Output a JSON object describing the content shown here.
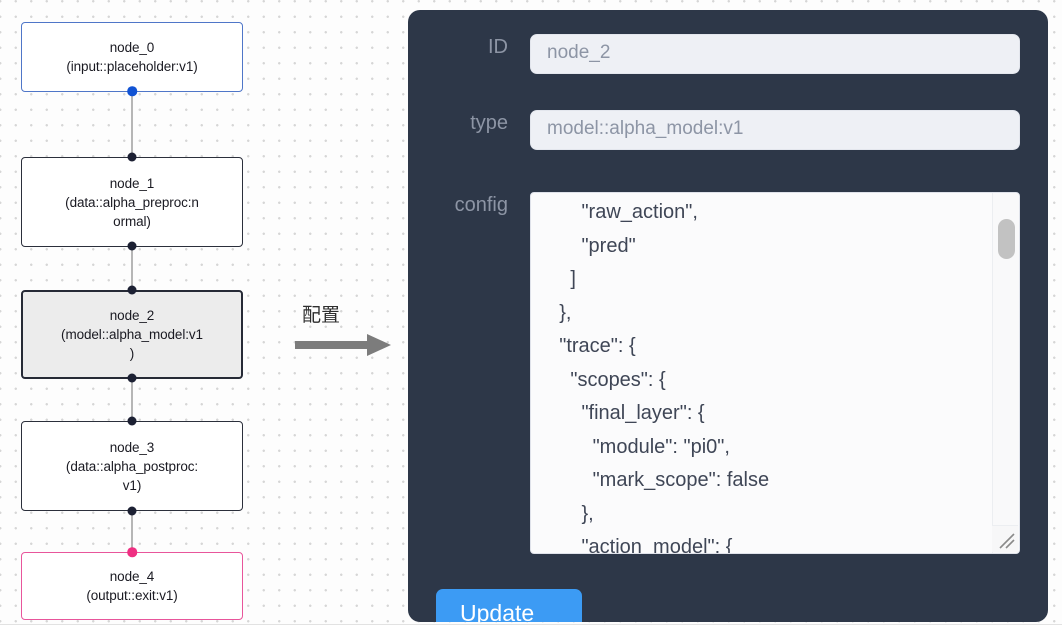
{
  "graph": {
    "nodes": [
      {
        "id": "node_0",
        "label_line1": "node_0",
        "label_line2": "(input::placeholder:v1)",
        "kind": "input",
        "selected": false
      },
      {
        "id": "node_1",
        "label_line1": "node_1",
        "label_line2": "(data::alpha_preproc:n",
        "label_line3": "ormal)",
        "kind": "default",
        "selected": false
      },
      {
        "id": "node_2",
        "label_line1": "node_2",
        "label_line2": "(model::alpha_model:v1",
        "label_line3": ")",
        "kind": "default",
        "selected": true
      },
      {
        "id": "node_3",
        "label_line1": "node_3",
        "label_line2": "(data::alpha_postproc:",
        "label_line3": "v1)",
        "kind": "default",
        "selected": false
      },
      {
        "id": "node_4",
        "label_line1": "node_4",
        "label_line2": "(output::exit:v1)",
        "kind": "output",
        "selected": false
      }
    ],
    "colors": {
      "input_border": "#4f76c8",
      "output_border": "#e8559b",
      "default_border": "#2b2f3b",
      "selected_fill": "#ececec",
      "edge": "#b6b6b6",
      "port_dark": "#1c2033",
      "port_blue": "#1153d4",
      "port_pink": "#ef2f82"
    }
  },
  "annotation": {
    "label": "配置",
    "arrow_icon": "right-arrow-icon",
    "color": "#7a7a7a"
  },
  "inspector": {
    "panel_color": "#2d3748",
    "fields": {
      "id": {
        "label": "ID",
        "value": "node_2",
        "placeholder": "node_2"
      },
      "type": {
        "label": "type",
        "value": "model::alpha_model:v1",
        "placeholder": "model::alpha_model:v1"
      },
      "config": {
        "label": "config",
        "value": "        \"raw_action\",\n        \"pred\"\n      ]\n    },\n    \"trace\": {\n      \"scopes\": {\n        \"final_layer\": {\n          \"module\": \"pi0\",\n          \"mark_scope\": false\n        },\n        \"action_model\": {"
      }
    },
    "update_button": {
      "label": "Update",
      "color": "#3c9bf4"
    },
    "scrollbar": {
      "name": "config-scrollbar"
    }
  }
}
